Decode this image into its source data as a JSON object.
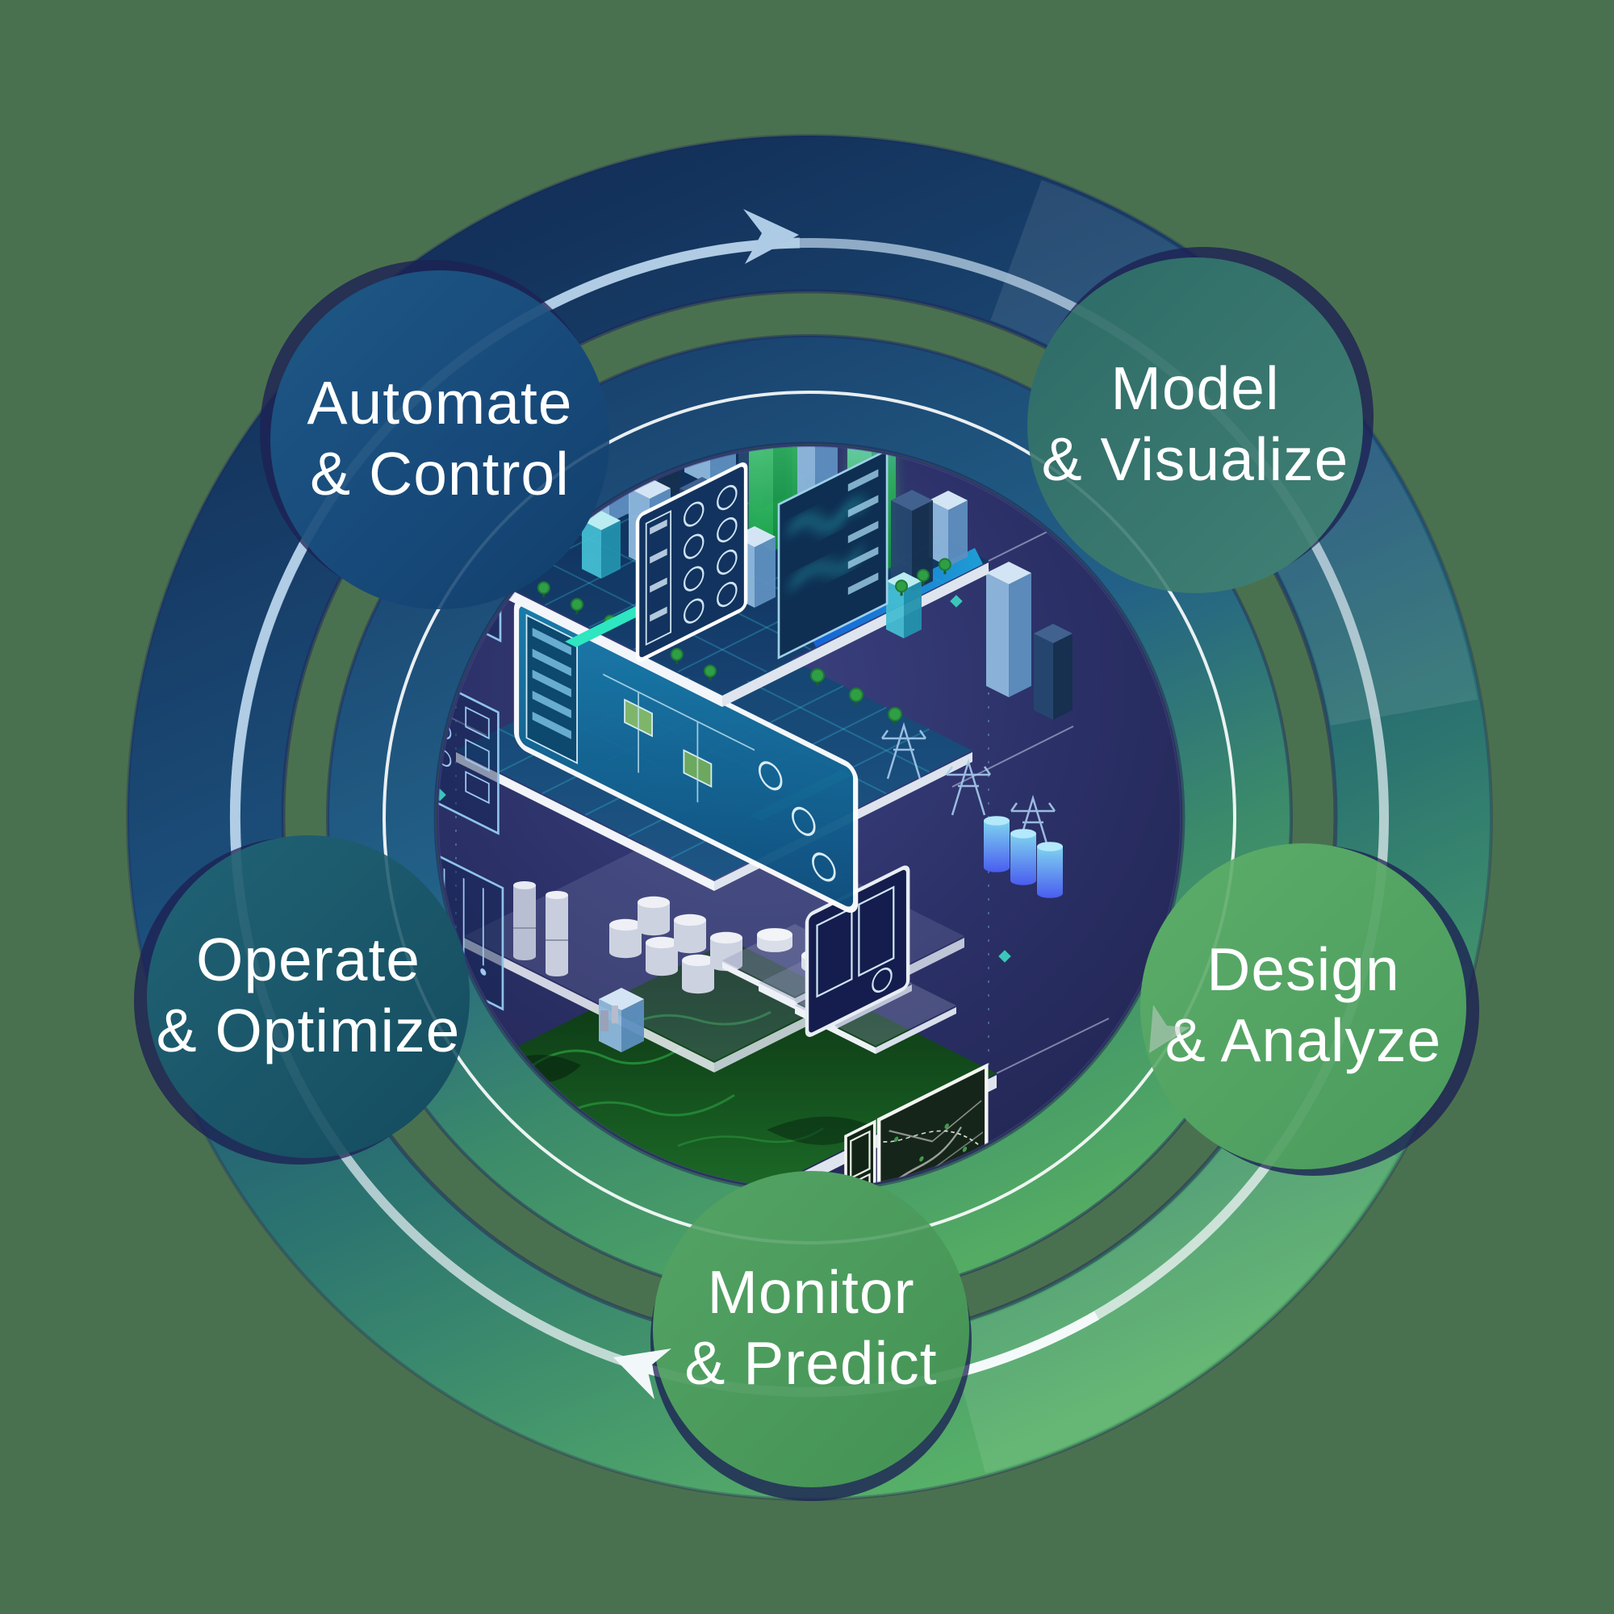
{
  "diagram": {
    "type": "cycle-diagram",
    "flow_direction": "clockwise",
    "center_icon": "digital-twin-isometric-city-stack",
    "nodes": [
      {
        "id": "automate-control",
        "line1": "Automate",
        "line2": "& Control"
      },
      {
        "id": "model-visualize",
        "line1": "Model",
        "line2": "& Visualize"
      },
      {
        "id": "design-analyze",
        "line1": "Design",
        "line2": "& Analyze"
      },
      {
        "id": "monitor-predict",
        "line1": "Monitor",
        "line2": "& Predict"
      },
      {
        "id": "operate-optimize",
        "line1": "Operate",
        "line2": "& Optimize"
      }
    ]
  },
  "palette": {
    "background": "#4a714f",
    "ring_navy": "#13315a",
    "ring_blue": "#1c4f7b",
    "ring_teal": "#2c7570",
    "ring_green": "#55ae66",
    "center_navy": "#262a5c",
    "node_automate": "#17497a",
    "node_model": "#336f6b",
    "node_design": "#55a763",
    "node_monitor": "#4c9c60",
    "node_operate": "#1d5f72",
    "arc_light_blue": "#aecbe6",
    "arc_white": "#f6fbfc",
    "accent_teal": "#2ee6c0",
    "building_glass": "#8fb8dd",
    "glow_green": "#35c24a",
    "terrain_green": "#1d6d28",
    "label_text": "#ffffff"
  }
}
